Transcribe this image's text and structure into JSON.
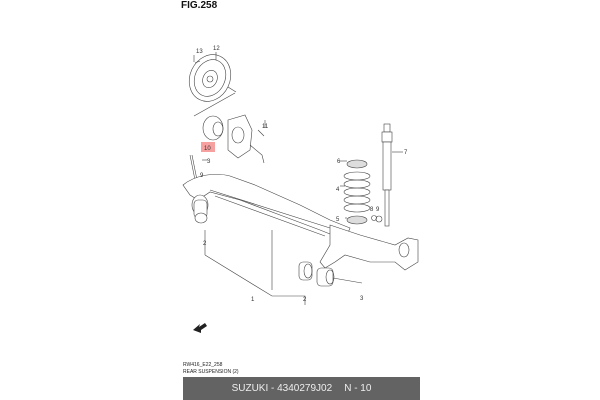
{
  "figure": {
    "title": "FIG.258",
    "code": "RW416_E22_258",
    "name": "REAR SUSPENSION (2)"
  },
  "callouts": {
    "c1": "1",
    "c2a": "2",
    "c2b": "2",
    "c3a": "3",
    "c3b": "3",
    "c4": "4",
    "c5": "5",
    "c6": "6",
    "c7": "7",
    "c8": "8",
    "c9a": "9",
    "c9b": "9",
    "c10": "10",
    "c11": "11",
    "c12": "12",
    "c13": "13"
  },
  "highlight": {
    "callout": "10",
    "color": "#f7a0a0"
  },
  "banner": {
    "brand_part": "SUZUKI - 4340279J02",
    "ref": "N - 10",
    "background": "#636363"
  }
}
